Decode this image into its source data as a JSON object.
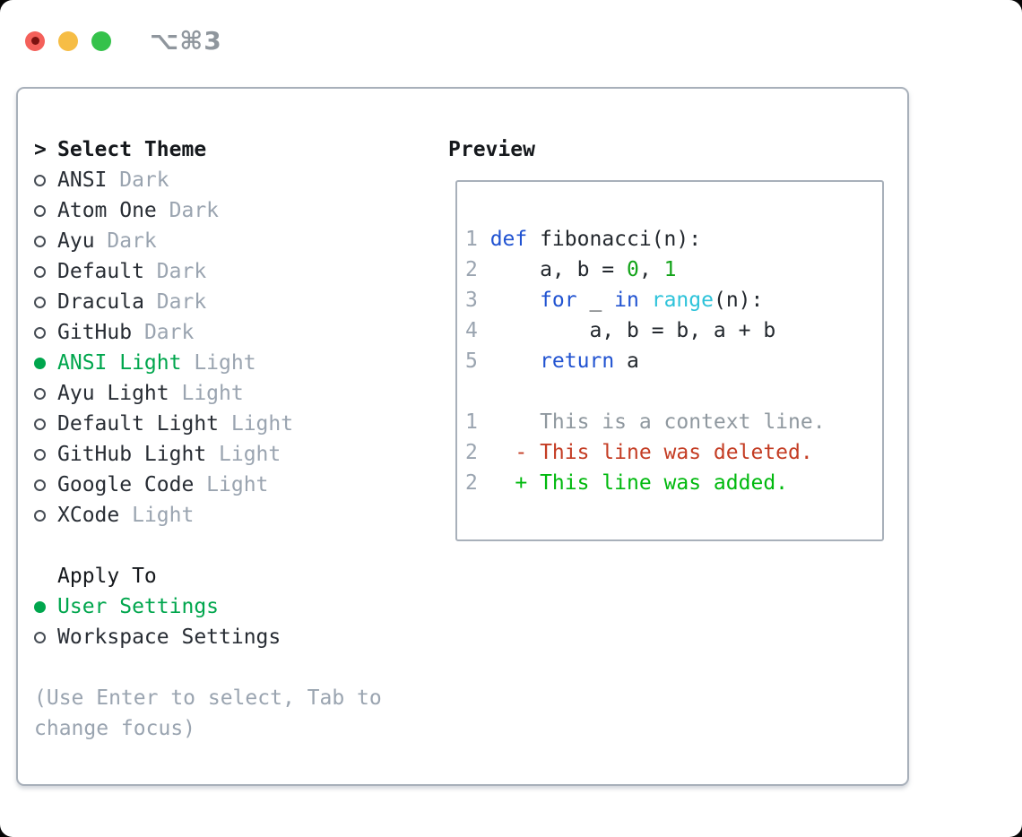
{
  "window": {
    "title": "⌥⌘3"
  },
  "colors": {
    "accent_green": "#00a64d",
    "keyword_blue": "#2153d1",
    "builtin_cyan": "#2ec3da",
    "literal_green": "#12a318",
    "added_green": "#00b90e",
    "deleted_red": "#c43d24",
    "context_gray": "#8f989f",
    "muted_gray": "#9aa4b0",
    "text_dark": "#282d34",
    "border_gray": "#a8b0ba",
    "traffic_red": "#f4605a",
    "traffic_yellow": "#f6bd45",
    "traffic_green": "#35c24b"
  },
  "theme_picker": {
    "prompt": ">",
    "header": "Select Theme",
    "items": [
      {
        "name": "ANSI",
        "variant": "Dark",
        "selected": false
      },
      {
        "name": "Atom One",
        "variant": "Dark",
        "selected": false
      },
      {
        "name": "Ayu",
        "variant": "Dark",
        "selected": false
      },
      {
        "name": "Default",
        "variant": "Dark",
        "selected": false
      },
      {
        "name": "Dracula",
        "variant": "Dark",
        "selected": false
      },
      {
        "name": "GitHub",
        "variant": "Dark",
        "selected": false
      },
      {
        "name": "ANSI Light",
        "variant": "Light",
        "selected": true
      },
      {
        "name": "Ayu Light",
        "variant": "Light",
        "selected": false
      },
      {
        "name": "Default Light",
        "variant": "Light",
        "selected": false
      },
      {
        "name": "GitHub Light",
        "variant": "Light",
        "selected": false
      },
      {
        "name": "Google Code",
        "variant": "Light",
        "selected": false
      },
      {
        "name": "XCode",
        "variant": "Light",
        "selected": false
      }
    ]
  },
  "apply_to": {
    "header": "Apply To",
    "options": [
      {
        "label": "User Settings",
        "selected": true
      },
      {
        "label": "Workspace Settings",
        "selected": false
      }
    ]
  },
  "hint": "(Use Enter to select, Tab to change focus)",
  "preview": {
    "header": "Preview",
    "code_lines": [
      {
        "num": "1",
        "segments": [
          {
            "text": "def",
            "color": "keyword"
          },
          {
            "text": " fibonacci(n):",
            "color": "text"
          }
        ]
      },
      {
        "num": "2",
        "segments": [
          {
            "text": "    a, b = ",
            "color": "text"
          },
          {
            "text": "0",
            "color": "literal"
          },
          {
            "text": ", ",
            "color": "text"
          },
          {
            "text": "1",
            "color": "literal"
          }
        ]
      },
      {
        "num": "3",
        "segments": [
          {
            "text": "    ",
            "color": "text"
          },
          {
            "text": "for",
            "color": "keyword"
          },
          {
            "text": " _ ",
            "color": "text"
          },
          {
            "text": "in",
            "color": "keyword"
          },
          {
            "text": " ",
            "color": "text"
          },
          {
            "text": "range",
            "color": "builtin"
          },
          {
            "text": "(n):",
            "color": "text"
          }
        ]
      },
      {
        "num": "4",
        "segments": [
          {
            "text": "        a, b = b, a + b",
            "color": "text"
          }
        ]
      },
      {
        "num": "5",
        "segments": [
          {
            "text": "    ",
            "color": "text"
          },
          {
            "text": "return",
            "color": "keyword"
          },
          {
            "text": " a",
            "color": "text"
          }
        ]
      },
      {
        "num": "",
        "segments": []
      },
      {
        "num": "1",
        "segments": [
          {
            "text": "    This is a context line.",
            "color": "context"
          }
        ]
      },
      {
        "num": "2",
        "segments": [
          {
            "text": "  - This line was deleted.",
            "color": "deleted"
          }
        ]
      },
      {
        "num": "2",
        "segments": [
          {
            "text": "  + This line was added.",
            "color": "added"
          }
        ]
      }
    ]
  }
}
